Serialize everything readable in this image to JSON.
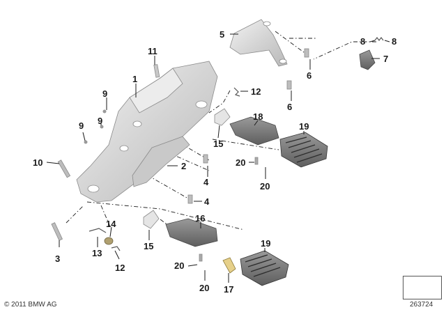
{
  "callouts": {
    "c1": "1",
    "c2": "2",
    "c3": "3",
    "c4a": "4",
    "c4b": "4",
    "c5": "5",
    "c6a": "6",
    "c6b": "6",
    "c7": "7",
    "c8a": "8",
    "c8b": "8",
    "c9a": "9",
    "c9b": "9",
    "c9c": "9",
    "c10": "10",
    "c11": "11",
    "c12a": "12",
    "c12b": "12",
    "c13": "13",
    "c14": "14",
    "c15a": "15",
    "c15b": "15",
    "c16": "16",
    "c17": "17",
    "c18": "18",
    "c19a": "19",
    "c19b": "19",
    "c20a": "20",
    "c20b": "20",
    "c20c": "20",
    "c20d": "20"
  },
  "footer": {
    "copyright": "© 2011 BMW AG",
    "diagram_id": "263724"
  },
  "colors": {
    "part_fill": "#d9d9d9",
    "part_dark": "#a8a8a8",
    "line": "#1a1a1a"
  }
}
